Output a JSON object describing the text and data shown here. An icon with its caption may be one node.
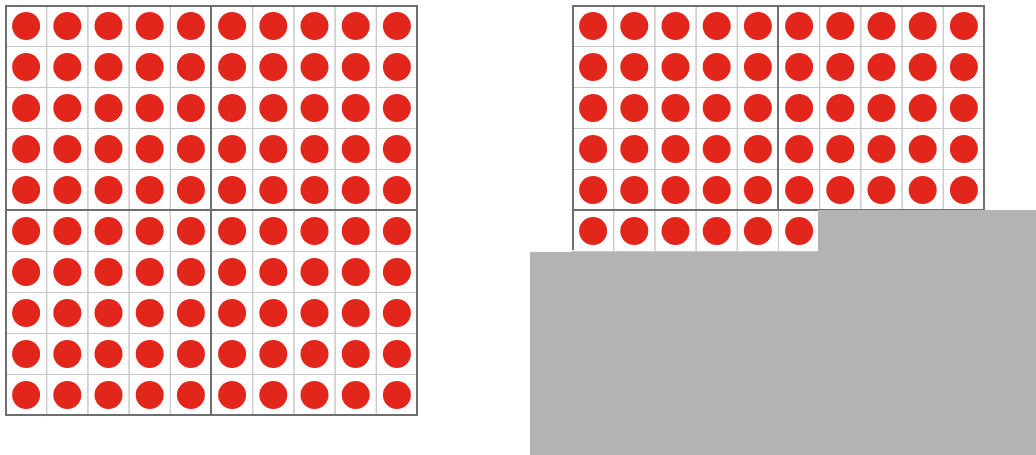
{
  "diagram": {
    "nodes": [
      {
        "text": [],
        "shape": "grid"
      },
      {
        "text": [],
        "shape": "grid"
      },
      {
        "text": [],
        "shape": "box"
      }
    ]
  }
}
